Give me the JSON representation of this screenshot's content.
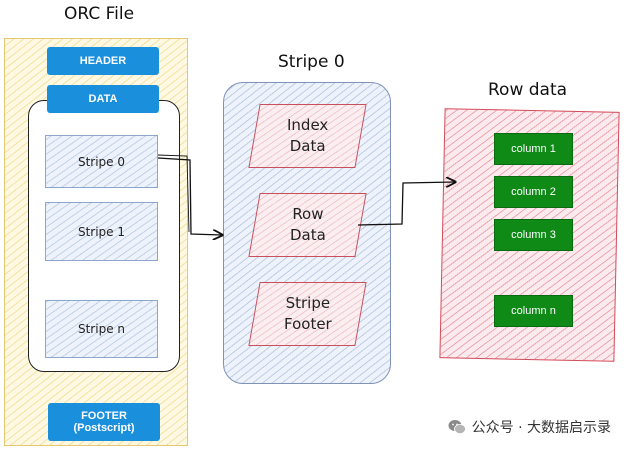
{
  "orc_file": {
    "title": "ORC File",
    "header_label": "HEADER",
    "data_label": "DATA",
    "stripes": [
      "Stripe 0",
      "Stripe 1",
      "Stripe n"
    ],
    "footer_label": "FOOTER",
    "footer_sub_label": "(Postscript)"
  },
  "stripe_detail": {
    "title": "Stripe 0",
    "sections": [
      "Index\nData",
      "Row\nData",
      "Stripe\nFooter"
    ]
  },
  "row_data": {
    "title": "Row data",
    "columns": [
      "column 1",
      "column 2",
      "column 3",
      "column n"
    ]
  },
  "watermark": {
    "text": "公众号 · 大数据启示录"
  },
  "colors": {
    "orc_panel_fill": "#fff9e3",
    "blue_button": "#1a8fdc",
    "stripe_fill": "#eef3fb",
    "section_border": "#c8505e",
    "row_panel_border": "#d44b5a",
    "column_button": "#0f8a17"
  }
}
